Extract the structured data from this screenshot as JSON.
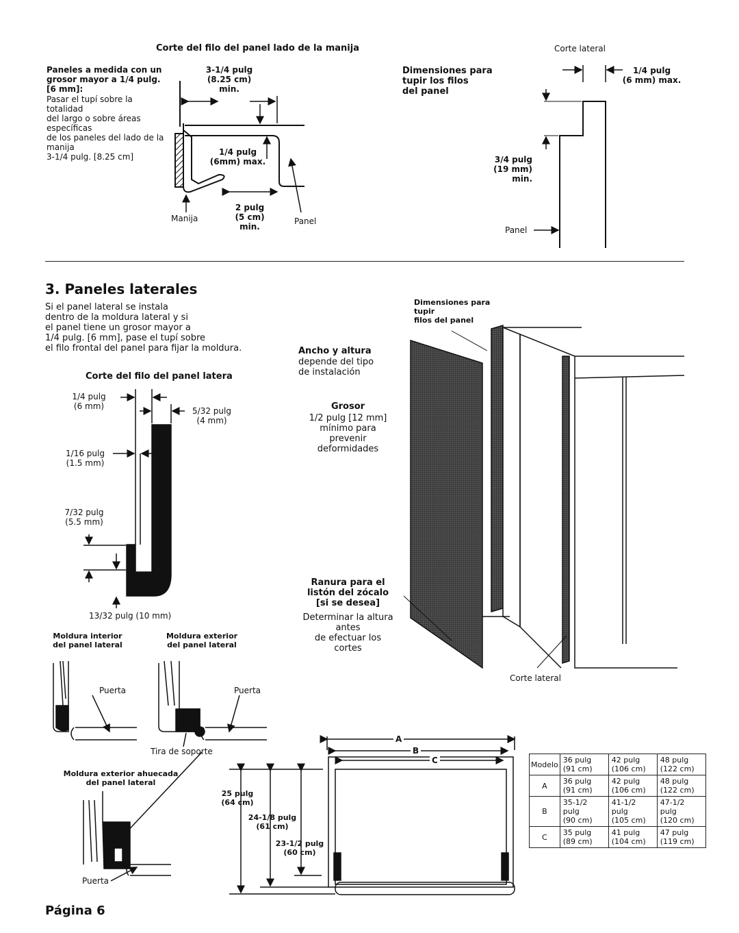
{
  "top": {
    "title": "Corte del filo del panel lado de la manija",
    "note_bold": "Paneles a medida con un grosor mayor a 1/4 pulg. [6 mm]:",
    "note_text": "Pasar el tupí sobre la\ntotalidad\ndel largo o sobre áreas\nespecíficas\nde los paneles del lado de la\nmanija\n3-1/4 pulg. [8.25 cm]",
    "dim_1": "3-1/4 pulg\n(8.25 cm)\nmin.",
    "dim_2": "1/4 pulg\n(6mm) max.",
    "dim_3": "2 pulg\n(5 cm)\nmin.",
    "label_handle": "Manija",
    "label_panel": "Panel"
  },
  "lateral_cut": {
    "title": "Corte lateral",
    "heading": "Dimensiones para\ntupir los filos\ndel panel",
    "dim_1": "1/4 pulg\n(6 mm) max.",
    "dim_2": "3/4 pulg\n(19 mm)\nmin.",
    "label_panel": "Panel"
  },
  "section3": {
    "title": "3. Paneles laterales",
    "intro": "Si el panel lateral se instala\ndentro de la moldura lateral y si\nel panel tiene un grosor mayor a\n1/4 pulg. [6 mm], pase el tupí sobre\nel filo frontal del panel para fijar la moldura.",
    "edge_title": "Corte del filo del panel latera",
    "dim_1": "1/4 pulg\n(6 mm)",
    "dim_2": "5/32 pulg\n(4 mm)",
    "dim_3": "1/16 pulg\n(1.5 mm)",
    "dim_4": "7/32 pulg\n(5.5 mm)",
    "dim_5": "13/32 pulg (10 mm)",
    "trim_inner": "Moldura interior\ndel panel lateral",
    "trim_outer": "Moldura exterior\ndel panel lateral",
    "door": "Puerta",
    "support_strip": "Tira de soporte",
    "trim_hollow": "Moldura exterior ahuecada\ndel panel lateral"
  },
  "panel_figure": {
    "callout_dims": "Dimensiones para\ntupir\nfilos del panel",
    "width_height_bold": "Ancho y altura",
    "width_height_text": "depende del tipo\nde instalación",
    "thickness_bold": "Grosor",
    "thickness_text": "1/2 pulg [12 mm]\nmínimo para\nprevenir\ndeformidades",
    "groove_bold": "Ranura para el\nlistón del zócalo\n[si se desea]",
    "groove_text": "Determinar la altura\nantes\nde efectuar los\ncortes",
    "lateral_cut": "Corte lateral"
  },
  "front_figure": {
    "a": "A",
    "b": "B",
    "c": "C",
    "h1": "25 pulg\n(64 cm)",
    "h2": "24-1/8 pulg\n(61 cm)",
    "h3": "23-1/2 pulg\n(60 cm)"
  },
  "table": {
    "rows": [
      {
        "label": "Modelo",
        "v1": "36 pulg\n(91 cm)",
        "v2": "42 pulg\n(106 cm)",
        "v3": "48 pulg\n(122 cm)"
      },
      {
        "label": "A",
        "v1": "36 pulg\n(91 cm)",
        "v2": "42 pulg\n(106 cm)",
        "v3": "48 pulg\n(122 cm)"
      },
      {
        "label": "B",
        "v1": "35-1/2 pulg\n(90 cm)",
        "v2": "41-1/2 pulg\n(105 cm)",
        "v3": "47-1/2 pulg\n(120 cm)"
      },
      {
        "label": "C",
        "v1": "35 pulg\n(89 cm)",
        "v2": "41 pulg\n(104 cm)",
        "v3": "47 pulg\n(119 cm)"
      }
    ]
  },
  "footer": {
    "page": "Página 6"
  }
}
